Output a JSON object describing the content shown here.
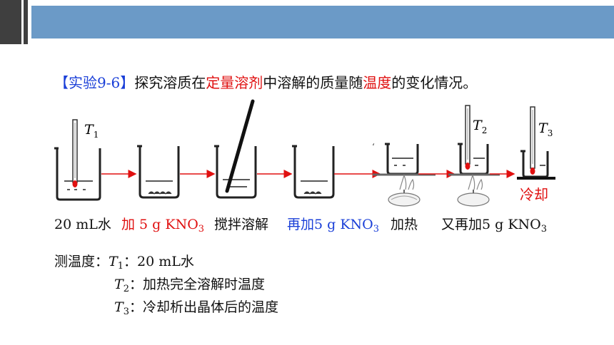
{
  "header": {
    "bar_color": "#6b9ac7"
  },
  "title": {
    "tag": "【实验9-6】",
    "seg1": "探究溶质在",
    "seg2": "定量溶剂",
    "seg3": "中溶解的质量随",
    "seg4": "温度",
    "seg5": "的变化情况。"
  },
  "thermometers": {
    "t1": "T",
    "t1_sub": "1",
    "t2": "T",
    "t2_sub": "2",
    "t3": "T",
    "t3_sub": "3"
  },
  "cooling_label": "冷却",
  "steps": {
    "s1": "20 mL水",
    "s2_main": "加 5 g KNO",
    "s2_sub": "3",
    "s3": "搅拌溶解",
    "s4_main": "再加5 g KNO",
    "s4_sub": "3",
    "s5": "加热",
    "s6_main": "又再加5 g KNO",
    "s6_sub": "3"
  },
  "measurements": {
    "heading": "测温度：",
    "m1_var": "T",
    "m1_sub": "1",
    "m1_text": "：20 mL水",
    "m2_var": "T",
    "m2_sub": "2",
    "m2_text": "：加热完全溶解时温度",
    "m3_var": "T",
    "m3_sub": "3",
    "m3_text": "：冷却析出晶体后的温度"
  },
  "colors": {
    "blue_text": "#1a3fd8",
    "red_text": "#e01010",
    "arrow": "#e01010"
  }
}
